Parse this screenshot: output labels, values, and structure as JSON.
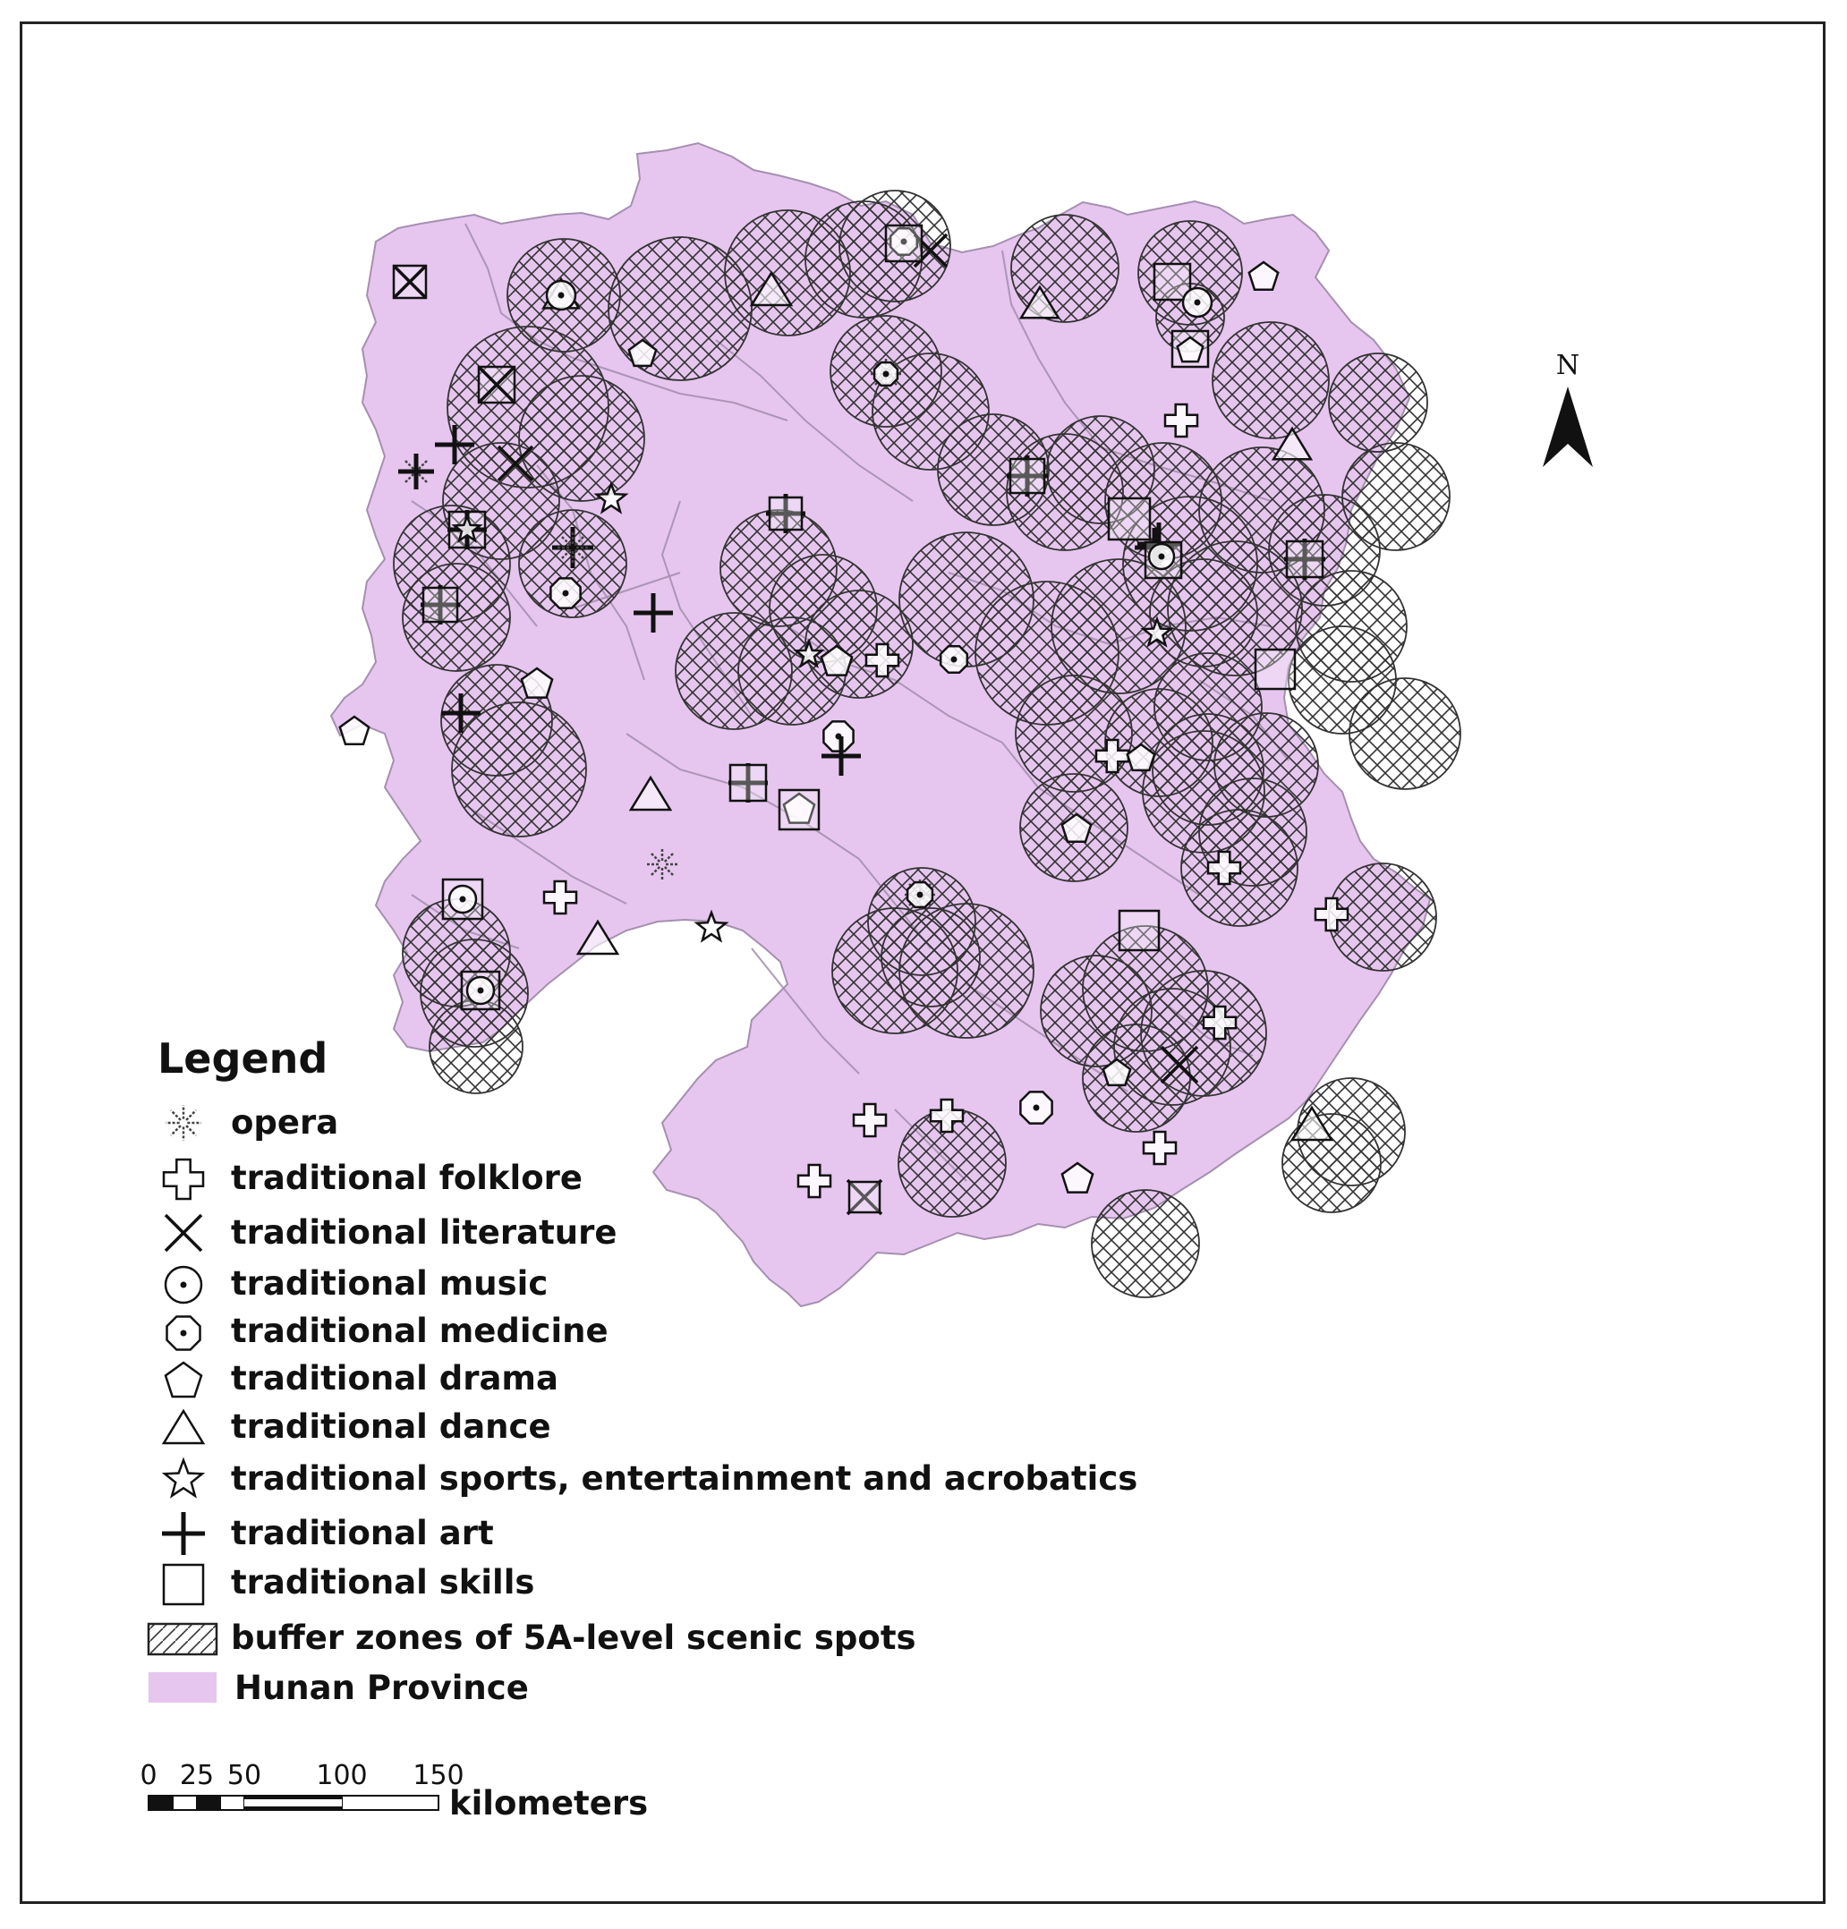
{
  "colors": {
    "province_fill": "#e6c6ef",
    "boundary": "#a58fb0",
    "symbol": "#111111",
    "hatch": "#333333"
  },
  "legend": {
    "title": "Legend",
    "items": [
      {
        "icon": "opera-icon",
        "label": "opera"
      },
      {
        "icon": "traditional-folklore-icon",
        "label": "traditional folklore"
      },
      {
        "icon": "traditional-literature-icon",
        "label": "traditional literature"
      },
      {
        "icon": "traditional-music-icon",
        "label": "traditional music"
      },
      {
        "icon": "traditional-medicine-icon",
        "label": "traditional medicine"
      },
      {
        "icon": "traditional-drama-icon",
        "label": "traditional drama"
      },
      {
        "icon": "traditional-dance-icon",
        "label": "traditional dance"
      },
      {
        "icon": "traditional-sports-icon",
        "label": "traditional sports, entertainment and acrobatics"
      },
      {
        "icon": "traditional-art-icon",
        "label": "traditional art"
      },
      {
        "icon": "traditional-skills-icon",
        "label": "traditional skills"
      },
      {
        "icon": "buffer-zone-icon",
        "label": "buffer zones of  5A-level scenic spots"
      },
      {
        "icon": "hunan-province-icon",
        "label": "Hunan Province"
      }
    ]
  },
  "scale_bar": {
    "ticks": [
      "0",
      "25",
      "50",
      "100",
      "150"
    ],
    "unit": "kilometers"
  },
  "north_arrow": {
    "label": "N"
  }
}
